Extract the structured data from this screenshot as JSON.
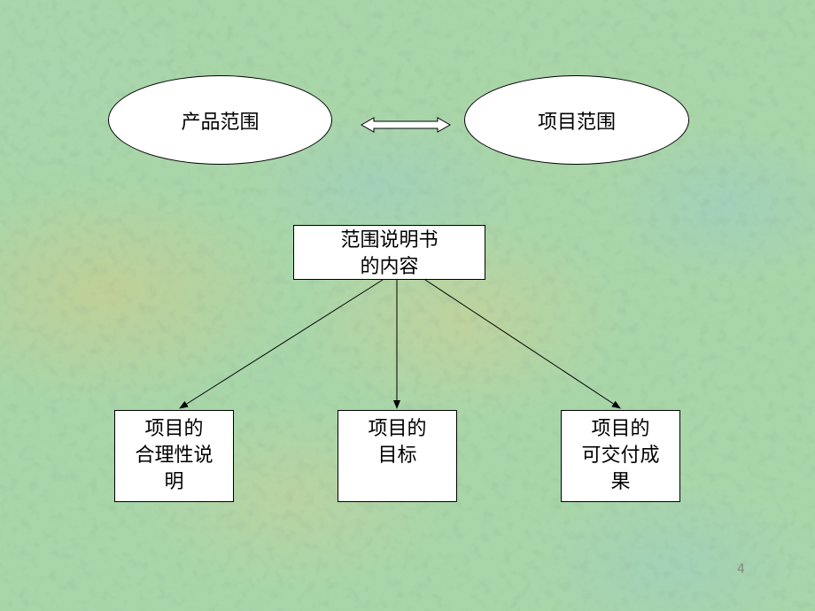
{
  "diagram": {
    "scope_pair": {
      "left": "产品范围",
      "right": "项目范围"
    },
    "root": {
      "line1": "范围说明书",
      "line2": "的内容"
    },
    "children": [
      {
        "lines": [
          "项目的",
          "合理性说",
          "明"
        ]
      },
      {
        "lines": [
          "项目的",
          "目标"
        ]
      },
      {
        "lines": [
          "项目的",
          "可交付成",
          "果"
        ]
      }
    ]
  },
  "page_number": "4",
  "colors": {
    "background": "#a9d6a9",
    "node_fill": "#ffffff",
    "stroke": "#000000",
    "page_number": "#888888"
  }
}
